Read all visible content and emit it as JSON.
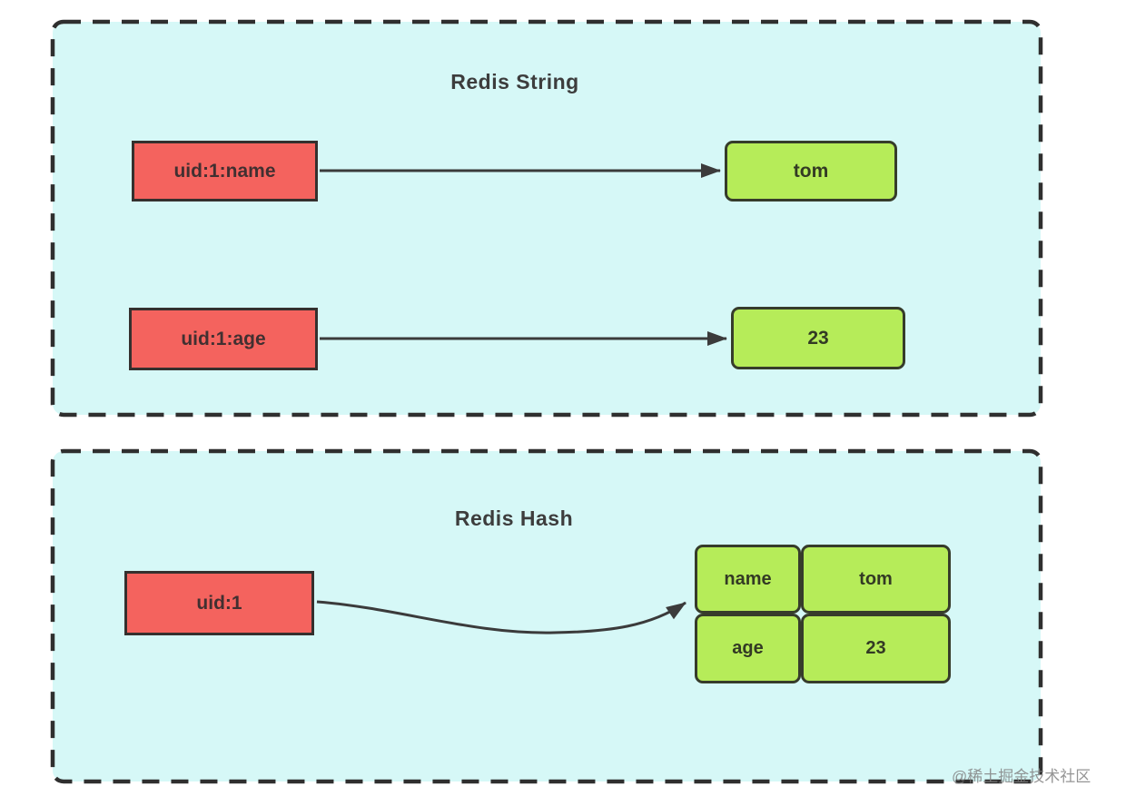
{
  "page": {
    "watermark": "@稀土掘金技术社区"
  },
  "colors": {
    "panel_fill": "#d6f8f7",
    "panel_border": "#2f2f2f",
    "key_fill": "#f4635e",
    "key_border": "#35302e",
    "value_fill": "#b6ec59",
    "value_border": "#363c2b",
    "arrow": "#3b3b3b",
    "title_text": "#3d3d3d"
  },
  "string_panel": {
    "title": "Redis String",
    "rows": [
      {
        "key": "uid:1:name",
        "value": "tom"
      },
      {
        "key": "uid:1:age",
        "value": "23"
      }
    ]
  },
  "hash_panel": {
    "title": "Redis Hash",
    "key": "uid:1",
    "fields": [
      {
        "name": "name",
        "value": "tom"
      },
      {
        "name": "age",
        "value": "23"
      }
    ]
  }
}
